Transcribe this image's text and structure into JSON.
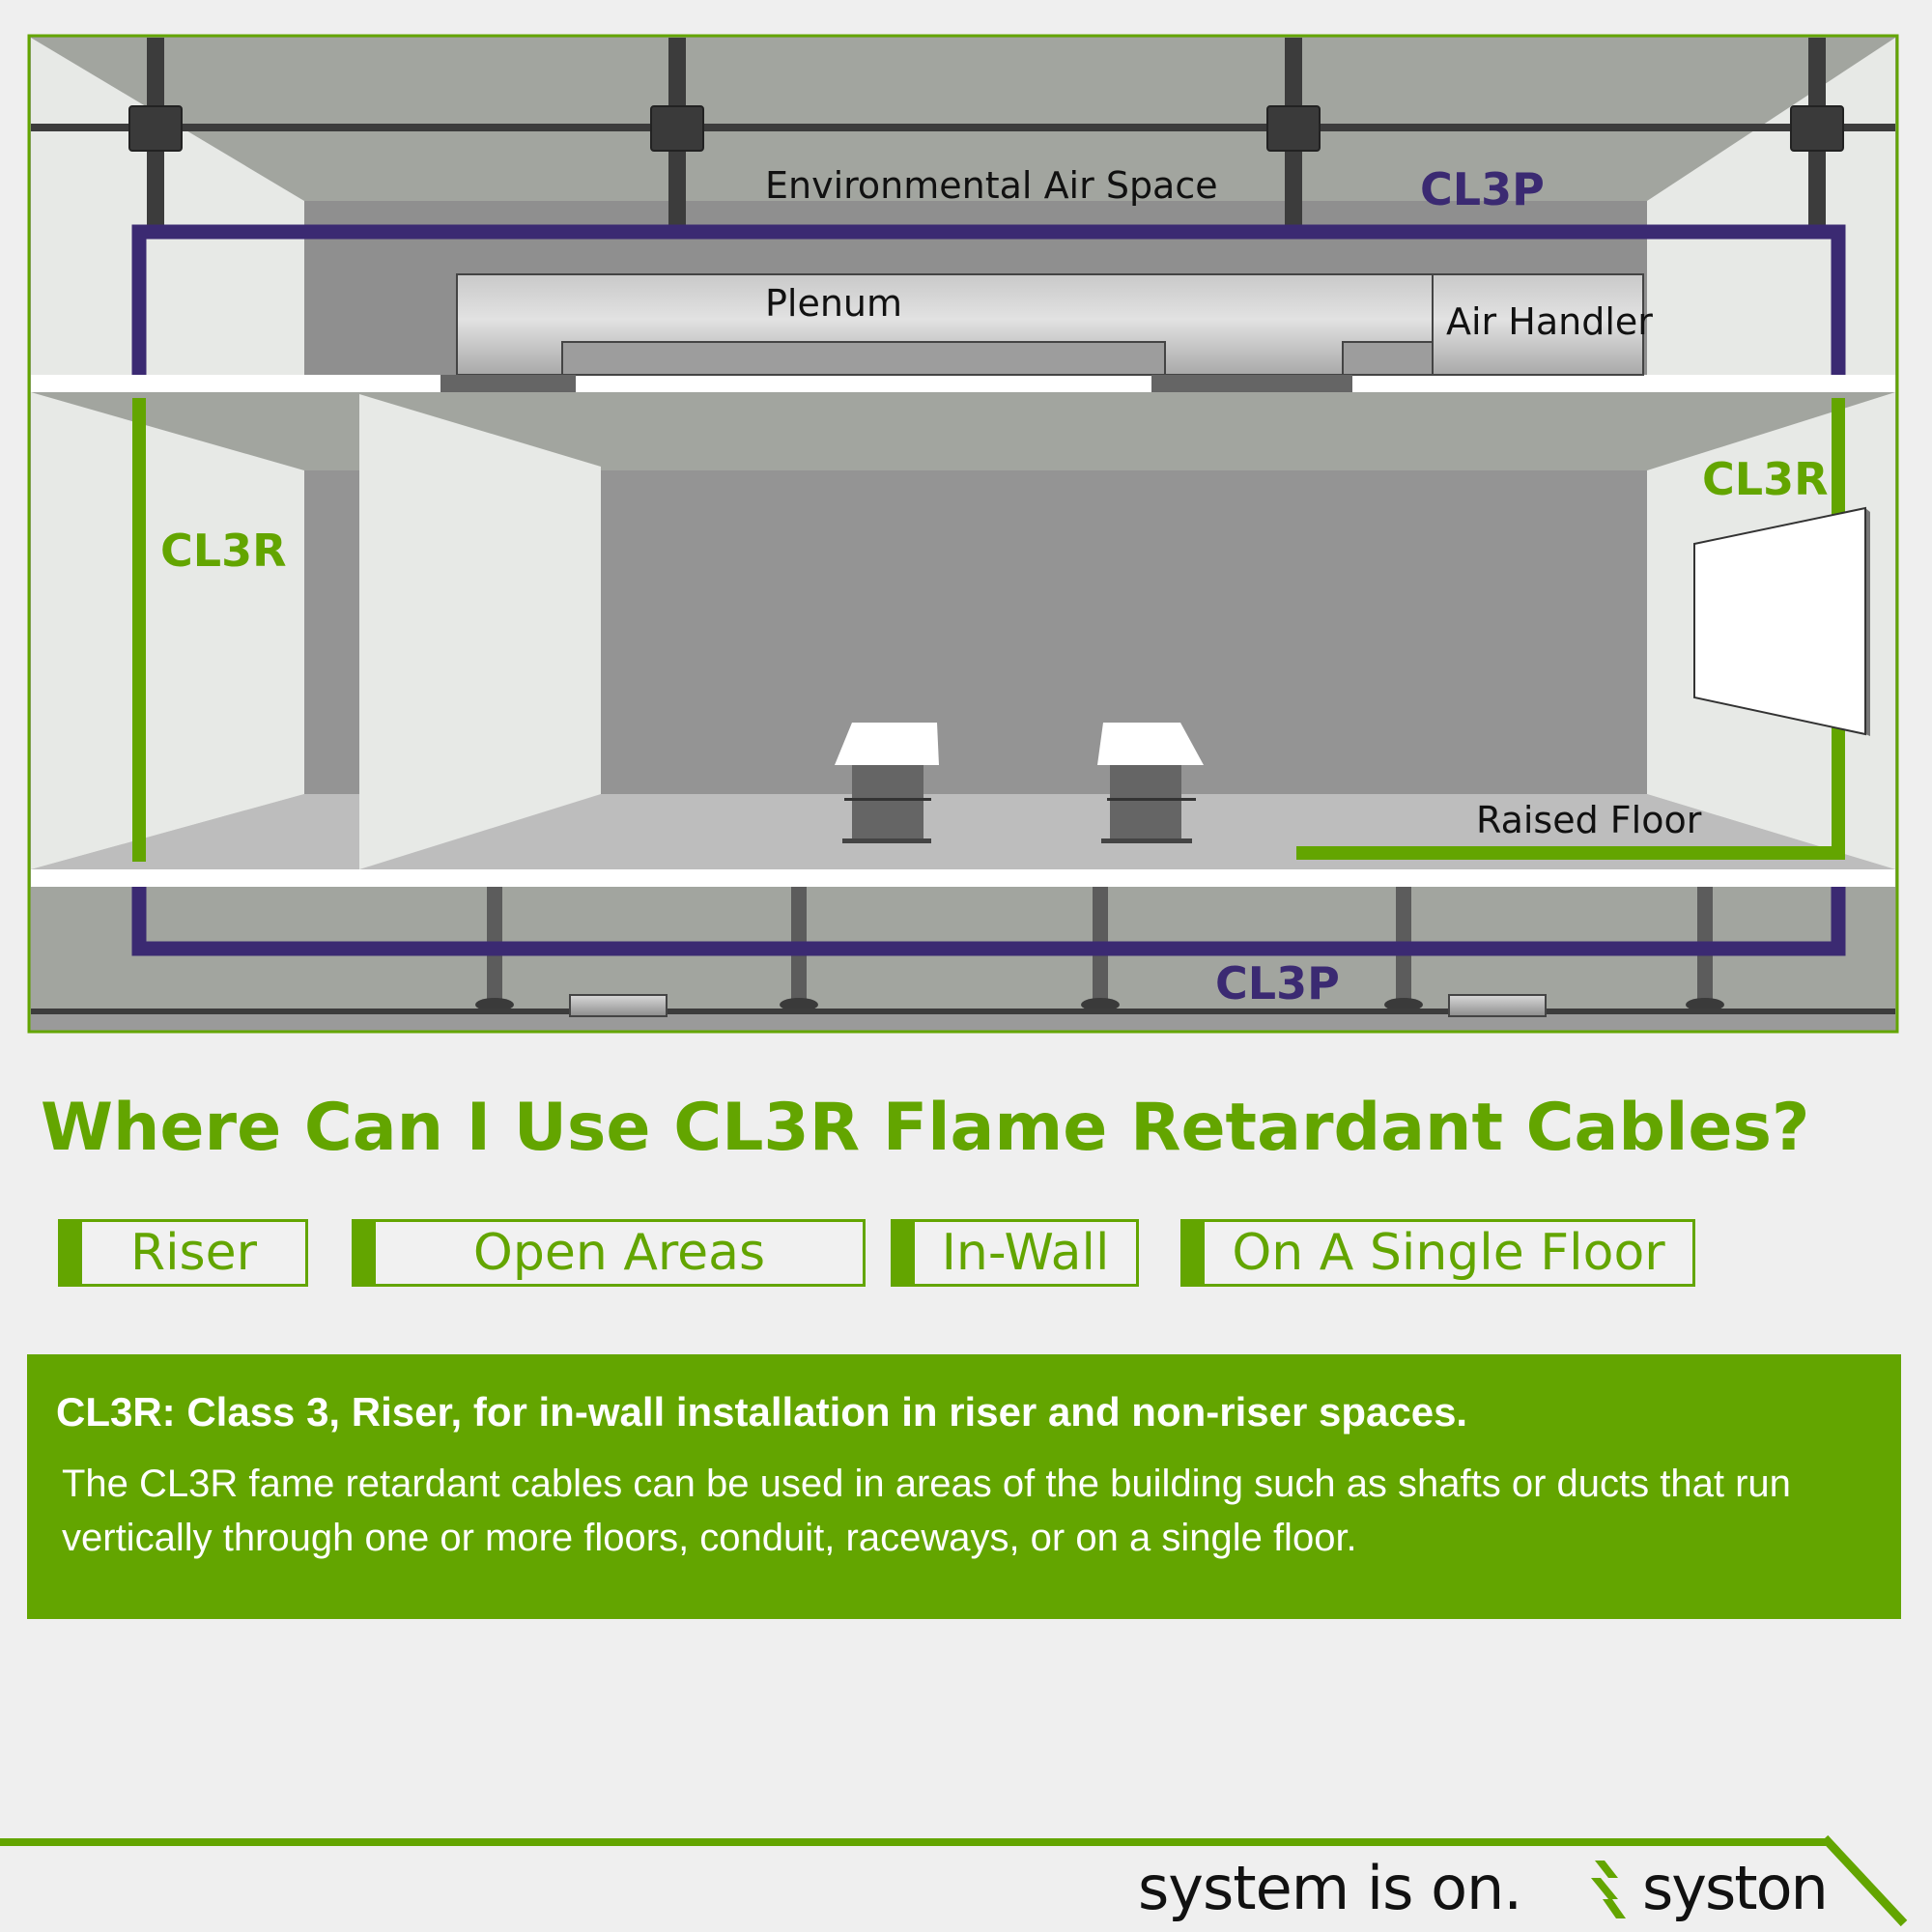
{
  "diagram": {
    "labels": {
      "environmental_air_space": "Environmental Air Space",
      "plenum": "Plenum",
      "air_handler": "Air Handler",
      "raised_floor": "Raised Floor",
      "cl3p_top": "CL3P",
      "cl3p_bottom": "CL3P",
      "cl3r_left": "CL3R",
      "cl3r_right": "CL3R"
    },
    "colors": {
      "cl3p": "#3b2a72",
      "cl3r": "#63a500",
      "frame": "#63a500"
    }
  },
  "title": "Where Can I Use CL3R Flame Retardant Cables?",
  "tags": [
    "Riser",
    "Open Areas",
    "In-Wall",
    "On A Single Floor"
  ],
  "info": {
    "heading": "CL3R: Class 3, Riser, for in-wall installation in riser and non-riser spaces.",
    "body": "The CL3R fame retardant cables can be used in areas of the building such as shafts or ducts that run vertically through one or more floors, conduit, raceways, or on a single floor."
  },
  "footer": {
    "slogan": "system is on.",
    "brand": "syston",
    "accent_color": "#63a500"
  }
}
